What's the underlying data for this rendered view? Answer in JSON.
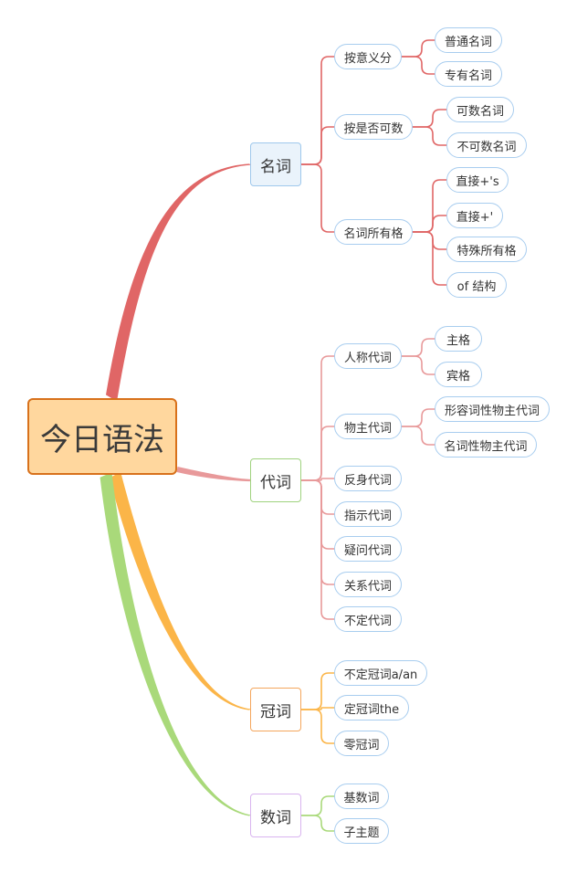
{
  "root": {
    "label": "今日语法"
  },
  "branches": [
    {
      "label": "名词",
      "color": "#e06666",
      "box": {
        "fill": "#eaf3fb",
        "border": "#9fc8ec"
      },
      "children": [
        {
          "label": "按意义分",
          "children": [
            {
              "label": "普通名词"
            },
            {
              "label": "专有名词"
            }
          ]
        },
        {
          "label": "按是否可数",
          "children": [
            {
              "label": "可数名词"
            },
            {
              "label": "不可数名词"
            }
          ]
        },
        {
          "label": "名词所有格",
          "children": [
            {
              "label": "直接+'s"
            },
            {
              "label": "直接+'"
            },
            {
              "label": "特殊所有格"
            },
            {
              "label": "of 结构"
            }
          ]
        }
      ]
    },
    {
      "label": "代词",
      "color": "#e8999a",
      "box": {
        "fill": "#ffffff",
        "border": "#9fd27e"
      },
      "children": [
        {
          "label": "人称代词",
          "children": [
            {
              "label": "主格"
            },
            {
              "label": "宾格"
            }
          ]
        },
        {
          "label": "物主代词",
          "children": [
            {
              "label": "形容词性物主代词"
            },
            {
              "label": "名词性物主代词"
            }
          ]
        },
        {
          "label": "反身代词"
        },
        {
          "label": "指示代词"
        },
        {
          "label": "疑问代词"
        },
        {
          "label": "关系代词"
        },
        {
          "label": "不定代词"
        }
      ]
    },
    {
      "label": "冠词",
      "color": "#fbb548",
      "box": {
        "fill": "#ffffff",
        "border": "#f4a65c"
      },
      "children": [
        {
          "label": "不定冠词a/an"
        },
        {
          "label": "定冠词the"
        },
        {
          "label": "零冠词"
        }
      ]
    },
    {
      "label": "数词",
      "color": "#a9d97a",
      "box": {
        "fill": "#ffffff",
        "border": "#d9b4ef"
      },
      "children": [
        {
          "label": "基数词"
        },
        {
          "label": "子主题"
        }
      ]
    }
  ]
}
